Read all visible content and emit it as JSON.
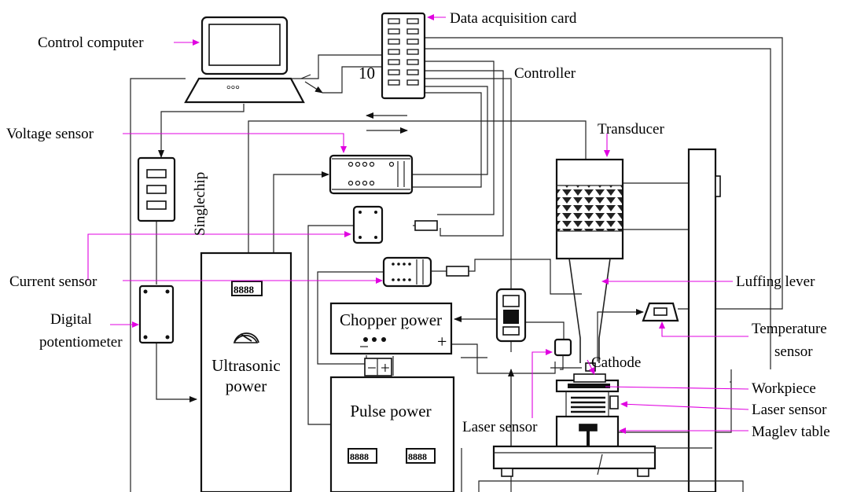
{
  "labels": {
    "data_acquisition_card": "Data acquisition card",
    "control_computer": "Control computer",
    "controller": "Controller",
    "ten": "10",
    "voltage_sensor": "Voltage sensor",
    "transducer": "Transducer",
    "singlechip": "Singlechip",
    "current_sensor": "Current sensor",
    "luffing_lever": "Luffing lever",
    "digital_1": "Digital",
    "digital_2": "potentiometer",
    "chopper_power": "Chopper power",
    "temperature_1": "Temperature",
    "temperature_2": "sensor",
    "cathode": "Cathode",
    "ultrasonic_1": "Ultrasonic",
    "ultrasonic_2": "power",
    "workpiece": "Workpiece",
    "laser_sensor_right": "Laser sensor",
    "pulse_power": "Pulse power",
    "laser_sensor_bottom": "Laser sensor",
    "maglev_table": "Maglev table",
    "minus": "−",
    "plus": "+",
    "chopper_plus": "+",
    "display_digits": "8888",
    "computer_dots": "°°°"
  },
  "colors": {
    "annotation": "#e000e0",
    "line": "#222222"
  }
}
